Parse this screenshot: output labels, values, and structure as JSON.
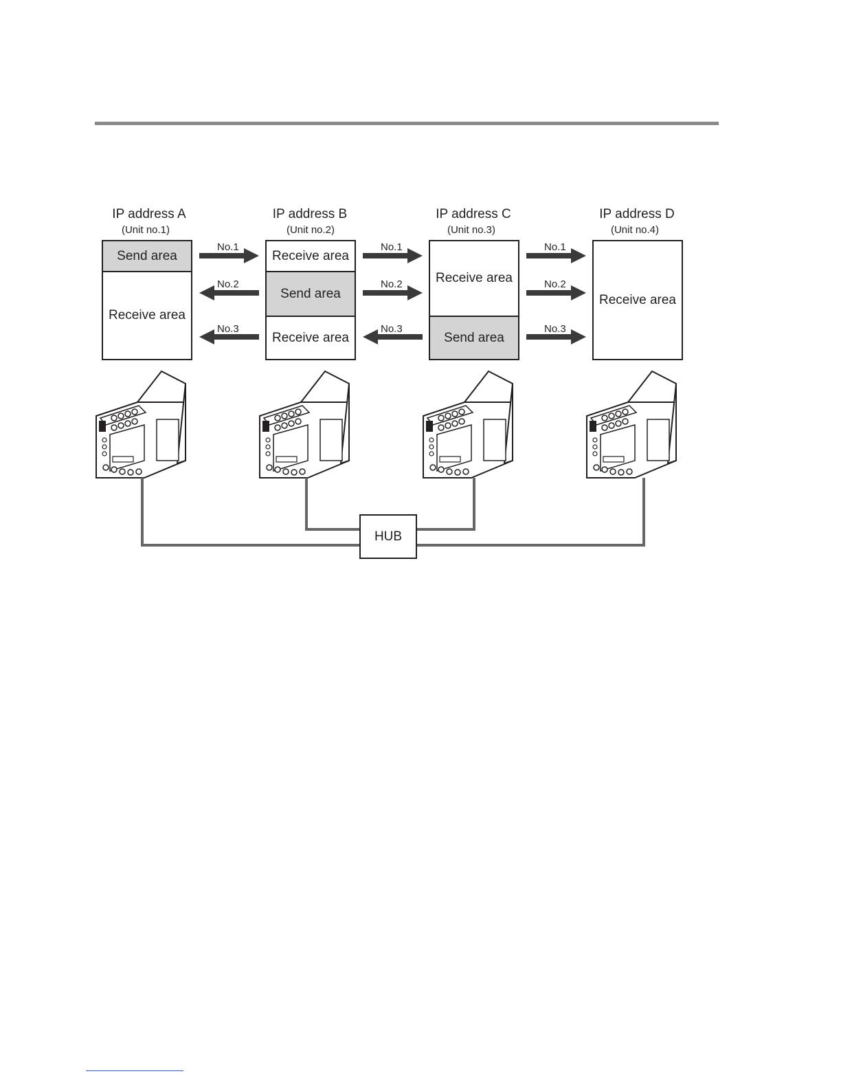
{
  "units": [
    {
      "title": "IP address A",
      "subtitle": "(Unit no.1)",
      "areas": [
        {
          "label": "Send area",
          "type": "send"
        },
        {
          "label": "Receive area",
          "type": "receive"
        }
      ]
    },
    {
      "title": "IP address B",
      "subtitle": "(Unit no.2)",
      "areas": [
        {
          "label": "Receive area",
          "type": "receive"
        },
        {
          "label": "Send area",
          "type": "send"
        },
        {
          "label": "Receive area",
          "type": "receive"
        }
      ]
    },
    {
      "title": "IP address C",
      "subtitle": "(Unit no.3)",
      "areas": [
        {
          "label": "Receive area",
          "type": "receive"
        },
        {
          "label": "Send area",
          "type": "send"
        }
      ]
    },
    {
      "title": "IP address D",
      "subtitle": "(Unit no.4)",
      "areas": [
        {
          "label": "Receive area",
          "type": "receive"
        }
      ]
    }
  ],
  "arrows": [
    {
      "label": "No.1",
      "from": "A",
      "to": "B"
    },
    {
      "label": "No.2",
      "from": "B",
      "to": "A"
    },
    {
      "label": "No.3",
      "from": "B",
      "to": "A"
    },
    {
      "label": "No.1",
      "from": "B",
      "to": "C"
    },
    {
      "label": "No.2",
      "from": "B",
      "to": "C"
    },
    {
      "label": "No.3",
      "from": "C",
      "to": "B"
    },
    {
      "label": "No.1",
      "from": "C",
      "to": "D"
    },
    {
      "label": "No.2",
      "from": "C",
      "to": "D"
    },
    {
      "label": "No.3",
      "from": "C",
      "to": "D"
    }
  ],
  "hub": {
    "label": "HUB"
  },
  "colors": {
    "send_fill": "#d4d4d4",
    "line": "#231f20",
    "cable": "#666666",
    "rule": "#8a8a8a"
  }
}
